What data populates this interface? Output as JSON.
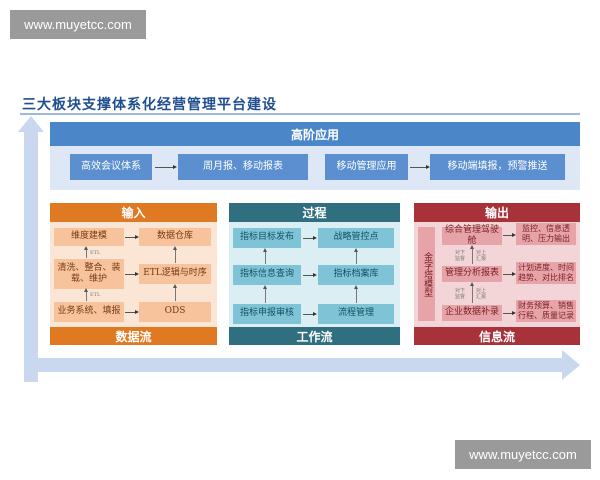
{
  "watermark": "www.muyetcc.com",
  "title": "三大板块支撑体系化经营管理平台建设",
  "top": {
    "header": "高阶应用",
    "items": [
      "高效会议体系",
      "周月报、移动报表",
      "移动管理应用",
      "移动端填报，预警推送"
    ]
  },
  "input": {
    "header": "输入",
    "footer": "数据流",
    "items": [
      "维度建模",
      "数据仓库",
      "清洗、整合、装载、维护",
      "ETL逻辑与时序",
      "业务系统、填报",
      "ODS"
    ],
    "etl": "ETL"
  },
  "process": {
    "header": "过程",
    "footer": "工作流",
    "items": [
      "指标目标发布",
      "战略管控点",
      "指标信息查询",
      "指标档案库",
      "指标申报审核",
      "流程管理"
    ]
  },
  "output": {
    "header": "输出",
    "footer": "信息流",
    "pyramid": "金字塔模型",
    "items": [
      "综合管理驾驶舱",
      "监控、信息透明、压力输出",
      "管理分析报表",
      "计划进度、时间趋势、对比排名",
      "企业数据补录",
      "财务预算、销售行程、质量记录"
    ],
    "down": "对下监督",
    "up": "对上汇报"
  },
  "colors": {
    "blue": "#4a86c8",
    "orange": "#e07a22",
    "teal": "#2f6f7f",
    "red": "#a8323a"
  }
}
